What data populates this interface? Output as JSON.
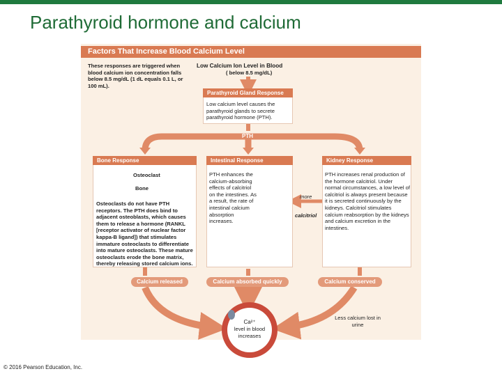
{
  "slide": {
    "title": "Parathyroid hormone and calcium",
    "footer": "© 2016 Pearson Education, Inc."
  },
  "figure": {
    "header": "Factors That Increase Blood Calcium Level",
    "intro": "These responses are triggered when blood calcium ion concentration falls below 8.5 mg/dL (1 dL equals 0.1 L, or 100 mL).",
    "low_level_title": "Low Calcium Ion Level in Blood",
    "low_level_sub": "( below 8.5 mg/dL)",
    "parathyroid": {
      "header": "Parathyroid Gland Response",
      "text": "Low calcium level causes the parathyroid glands to secrete parathyroid hormone (PTH)."
    },
    "pth_label": "PTH",
    "bone": {
      "header": "Bone Response",
      "osteoclast_label": "Osteoclast",
      "bone_label": "Bone",
      "text": "Osteoclasts do not have PTH receptors. The PTH does bind to adjacent osteoblasts, which causes them to release a hormone (RANKL [receptor activator of nuclear factor kappa-B ligand]) that stimulates immature osteoclasts to differentiate into mature osteoclasts. These mature osteoclasts erode the bone matrix, thereby releasing stored calcium ions."
    },
    "intestinal": {
      "header": "Intestinal Response",
      "text": "PTH enhances the calcium-absorbing effects of calcitriol on the intestines. As a result, the rate of intestinal calcium absorption increases."
    },
    "kidney": {
      "header": "Kidney Response",
      "text": "PTH increases renal production of the hormone calcitriol. Under normal circumstances, a low level of calcitriol is always present because it is secreted continuously by the kidneys. Calcitriol stimulates calcium reabsorption by the kidneys and calcium excretion in the intestines."
    },
    "more_label": "more",
    "calcitriol_label": "calcitriol",
    "results": {
      "released": "Calcium released",
      "absorbed": "Calcium absorbed quickly",
      "conserved": "Calcium conserved"
    },
    "urine_note": "Less calcium lost in urine",
    "blood": {
      "ion": "Ca²⁺",
      "text": "level in blood increases"
    }
  }
}
